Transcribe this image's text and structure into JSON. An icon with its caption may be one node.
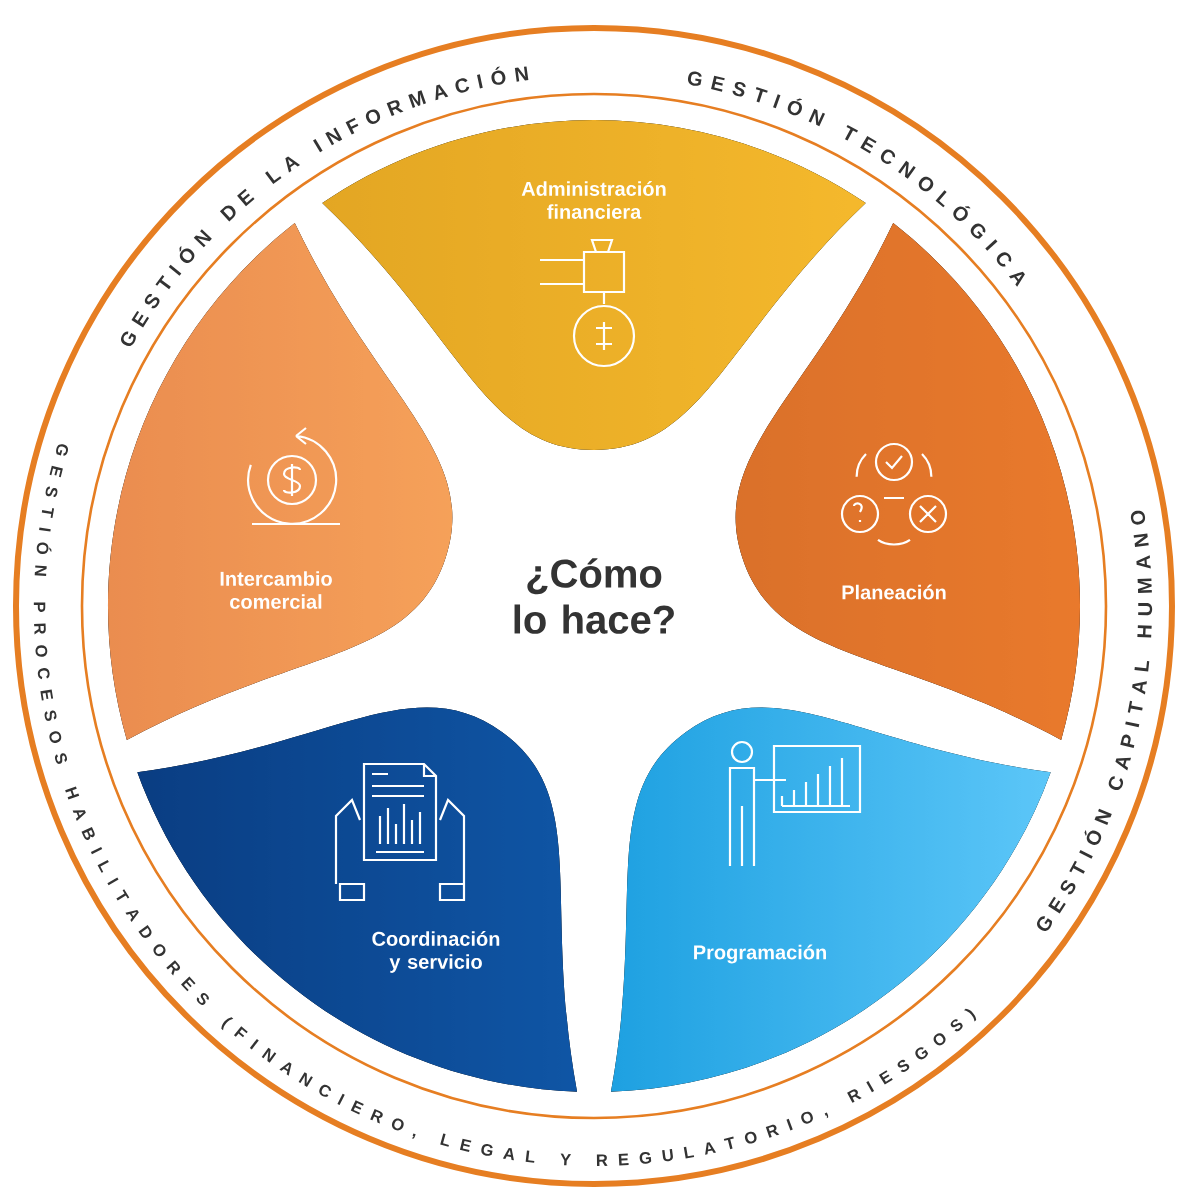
{
  "diagram": {
    "nodes": [
      {
        "text": [
          "Administración financiera"
        ]
      },
      {
        "text": [
          "Planeación"
        ]
      },
      {
        "text": [
          "Programación"
        ]
      },
      {
        "text": [
          "Coordinación y servicio"
        ]
      },
      {
        "text": [
          "Intercambio comercial"
        ]
      }
    ],
    "labels": [
      "¿Cómo lo hace?",
      "GESTIÓN DE LA INFORMACIÓN",
      "GESTIÓN TECNOLÓGICA",
      "GESTIÓN CAPITAL HUMANO",
      "GESTIÓN PROCESOS HABILITADORES (FINANCIERO, LEGAL Y REGULATORIO, RIESGOS)"
    ]
  }
}
